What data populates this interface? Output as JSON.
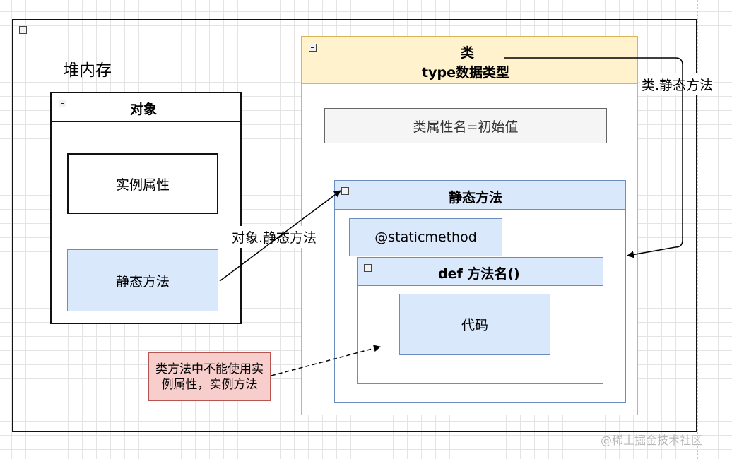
{
  "heap": {
    "title": "堆内存"
  },
  "object": {
    "title": "对象",
    "instance_attr": "实例属性",
    "static_method": "静态方法"
  },
  "class_box": {
    "title": "类",
    "subtitle": "type数据类型",
    "class_attr": "类属性名=初始值",
    "static_section": {
      "title": "静态方法",
      "decorator": "@staticmethod",
      "def": {
        "title": "def 方法名()",
        "code": "代码"
      }
    }
  },
  "arrows": {
    "object_call": "对象.静态方法",
    "class_call": "类.静态方法"
  },
  "note": {
    "text": "类方法中不能使用实例属性，实例方法"
  },
  "watermark": "@稀土掘金技术社区",
  "colors": {
    "class_fill": "#fff2cc",
    "class_border": "#d6b656",
    "blue_fill": "#dae8fc",
    "blue_border": "#6c8ebf",
    "gray_fill": "#f5f5f5",
    "gray_border": "#666666",
    "note_fill": "#f8cecc",
    "note_border": "#b85450"
  }
}
